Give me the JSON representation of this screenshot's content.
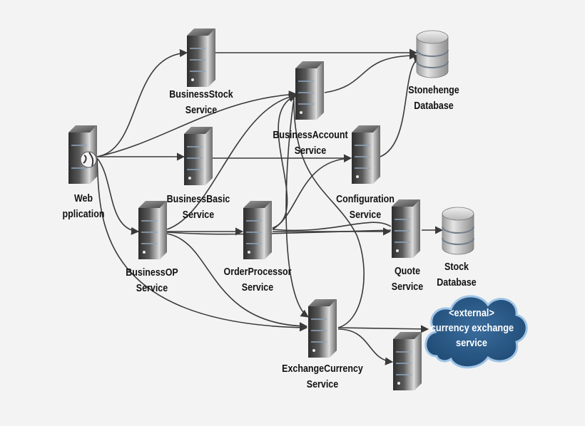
{
  "nodes": {
    "web_app": {
      "line1": "Web",
      "line2": "pplication"
    },
    "business_stock": {
      "line1": "BusinessStock",
      "line2": "Service"
    },
    "business_account": {
      "line1": "BusinessAccount",
      "line2": "Service"
    },
    "business_basic": {
      "line1": "BusinessBasic",
      "line2": "Service"
    },
    "configuration": {
      "line1": "Configuration",
      "line2": "Service"
    },
    "business_op": {
      "line1": "BusinessOP",
      "line2": "Service"
    },
    "order_processor": {
      "line1": "OrderProcessor",
      "line2": "Service"
    },
    "quote": {
      "line1": "Quote",
      "line2": "Service"
    },
    "exchange_currency": {
      "line1": "ExchangeCurrency",
      "line2": "Service"
    },
    "stonehenge_db": {
      "line1": "Stonehenge",
      "line2": "Database"
    },
    "stock_db": {
      "line1": "Stock",
      "line2": "Database"
    },
    "external_service": {
      "line1": "<external>",
      "line2": "currency exchange",
      "line3": "service"
    }
  },
  "colors": {
    "background": "#f3f3f3",
    "edge": "#3a3a3a",
    "server_dark": "#3c3c3c",
    "server_light": "#d8d8d8",
    "db_body": "#c8c8c8",
    "db_band": "#6f7c8a",
    "cloud_fill": "#2f5c87",
    "cloud_stroke": "#9fc4e6"
  },
  "icons": {
    "server": "server-tower-icon",
    "database": "database-cylinder-icon",
    "cloud": "cloud-icon",
    "globe": "globe-icon"
  }
}
